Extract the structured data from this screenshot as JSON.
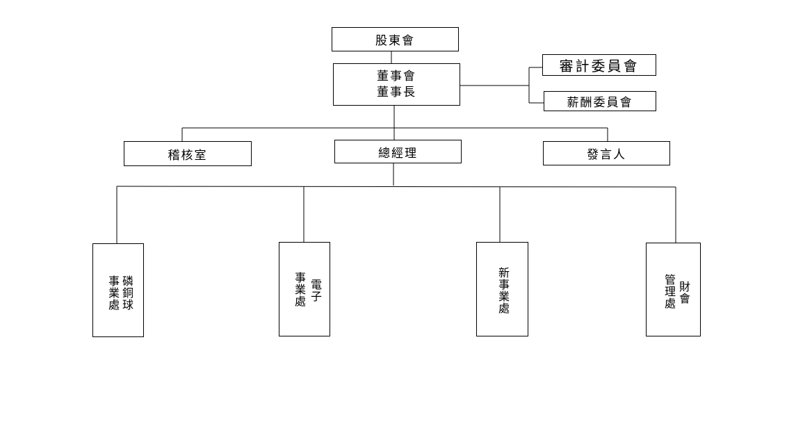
{
  "nodes": {
    "shareholders": "股東會",
    "board": "董事會",
    "chairman": "董事長",
    "audit_committee": "審計委員會",
    "remuneration_committee": "薪酬委員會",
    "audit_office": "稽核室",
    "president": "總經理",
    "spokesperson": "發言人",
    "copper_ball_col1": "磷銅球",
    "copper_ball_col2": "事業處",
    "electronics_col1": "電子",
    "electronics_col2": "事業處",
    "new_business": "新事業處",
    "finance_col1": "財會",
    "finance_col2": "管理處"
  }
}
